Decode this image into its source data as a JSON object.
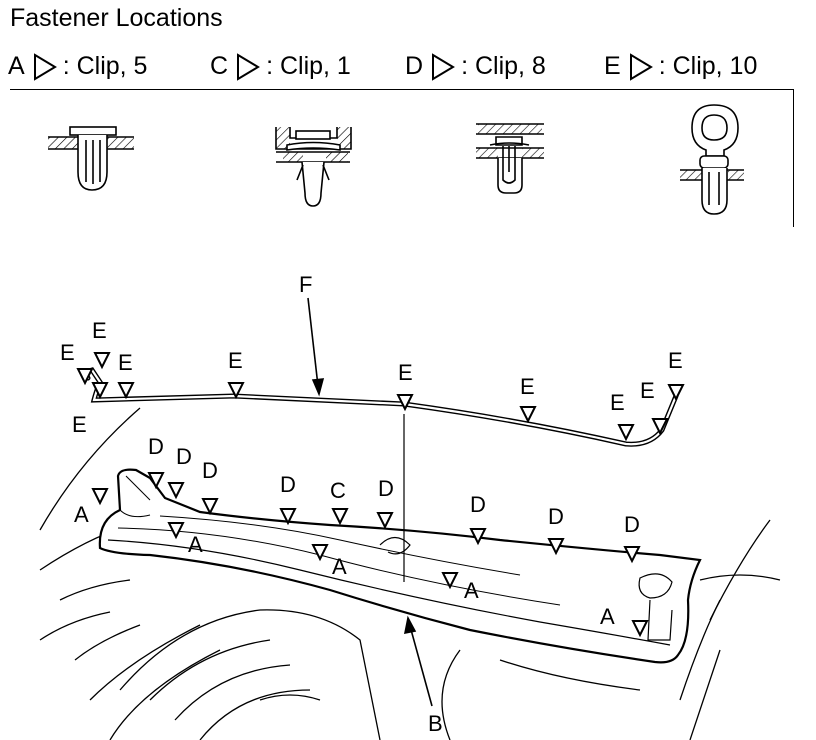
{
  "title": "Fastener Locations",
  "legend": [
    {
      "letter": "A",
      "text": ": Clip, 5"
    },
    {
      "letter": "C",
      "text": ": Clip, 1"
    },
    {
      "letter": "D",
      "text": ": Clip, 8"
    },
    {
      "letter": "E",
      "text": ": Clip, 10"
    }
  ],
  "callouts": {
    "F": "F",
    "B": "B",
    "E": "E",
    "D": "D",
    "C": "C",
    "A": "A"
  }
}
